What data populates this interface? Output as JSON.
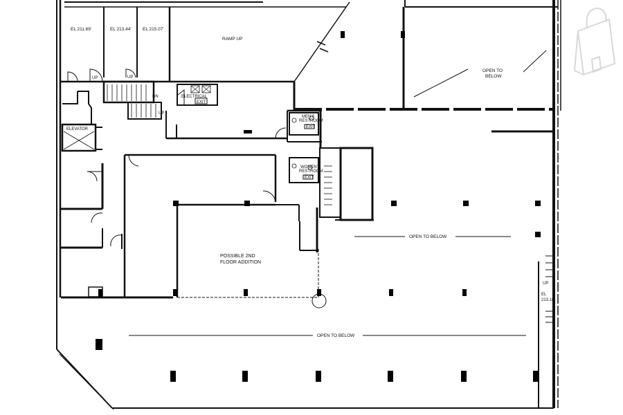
{
  "plan": {
    "labels": {
      "el_1": "EL 211.69'",
      "el_2": "EL 213.44'",
      "el_3": "EL 215.07'",
      "ramp_up": "RAMP UP",
      "open_top_1": "OPEN TO",
      "open_top_2": "BELOW",
      "electrical": "ELECTRICAL",
      "exit_1": "EXIT",
      "up_1": "UP",
      "up_2": "UP",
      "dn": "DN",
      "up_3": "UP",
      "elevator": "ELEVATOR",
      "mens_1": "MEN'S",
      "mens_2": "RESTROOM",
      "exit_2": "EXIT",
      "womens_1": "WOMEN'S",
      "womens_2": "RESTROOM",
      "exit_3": "EXIT",
      "open_mid": "OPEN TO BELOW",
      "possible_1": "POSSIBLE 2ND",
      "possible_2": "FLOOR ADDITION",
      "open_bottom": "OPEN TO BELOW",
      "el_right_1": "EL",
      "el_right_2": "213.18'",
      "up_right": "UP"
    }
  }
}
